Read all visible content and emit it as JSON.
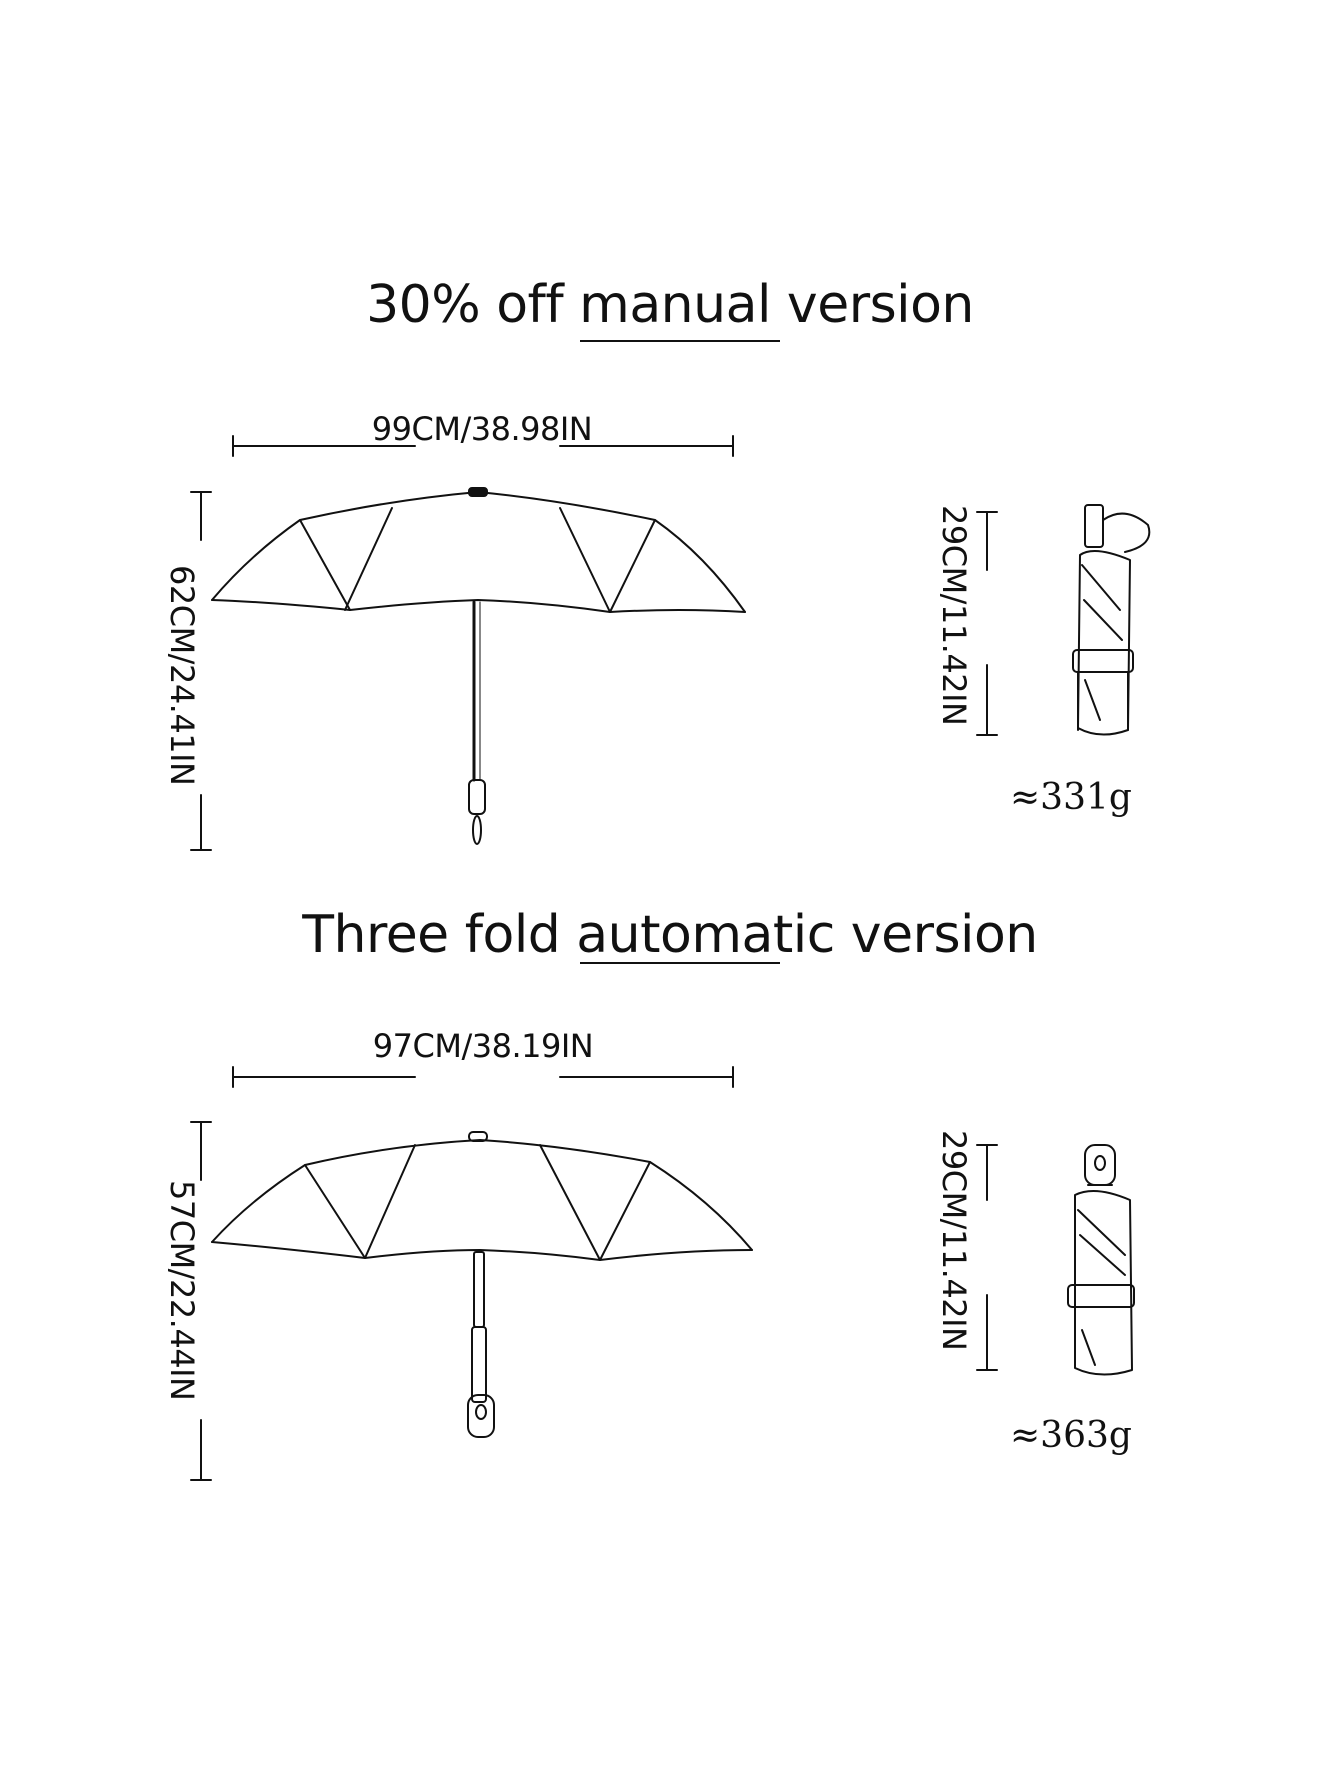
{
  "sections": [
    {
      "title": "30% off manual version",
      "open_width_label": "99CM/38.98IN",
      "open_height_label": "62CM/24.41IN",
      "folded_length_label": "29CM/11.42IN",
      "weight_label": "≈331g"
    },
    {
      "title": "Three fold automatic version",
      "open_width_label": "97CM/38.19IN",
      "open_height_label": "57CM/22.44IN",
      "folded_length_label": "29CM/11.42IN",
      "weight_label": "≈363g"
    }
  ],
  "colors": {
    "line": "#111111",
    "background": "#ffffff"
  },
  "icons": [
    "open-umbrella-manual-icon",
    "folded-umbrella-manual-icon",
    "open-umbrella-automatic-icon",
    "folded-umbrella-automatic-icon"
  ]
}
